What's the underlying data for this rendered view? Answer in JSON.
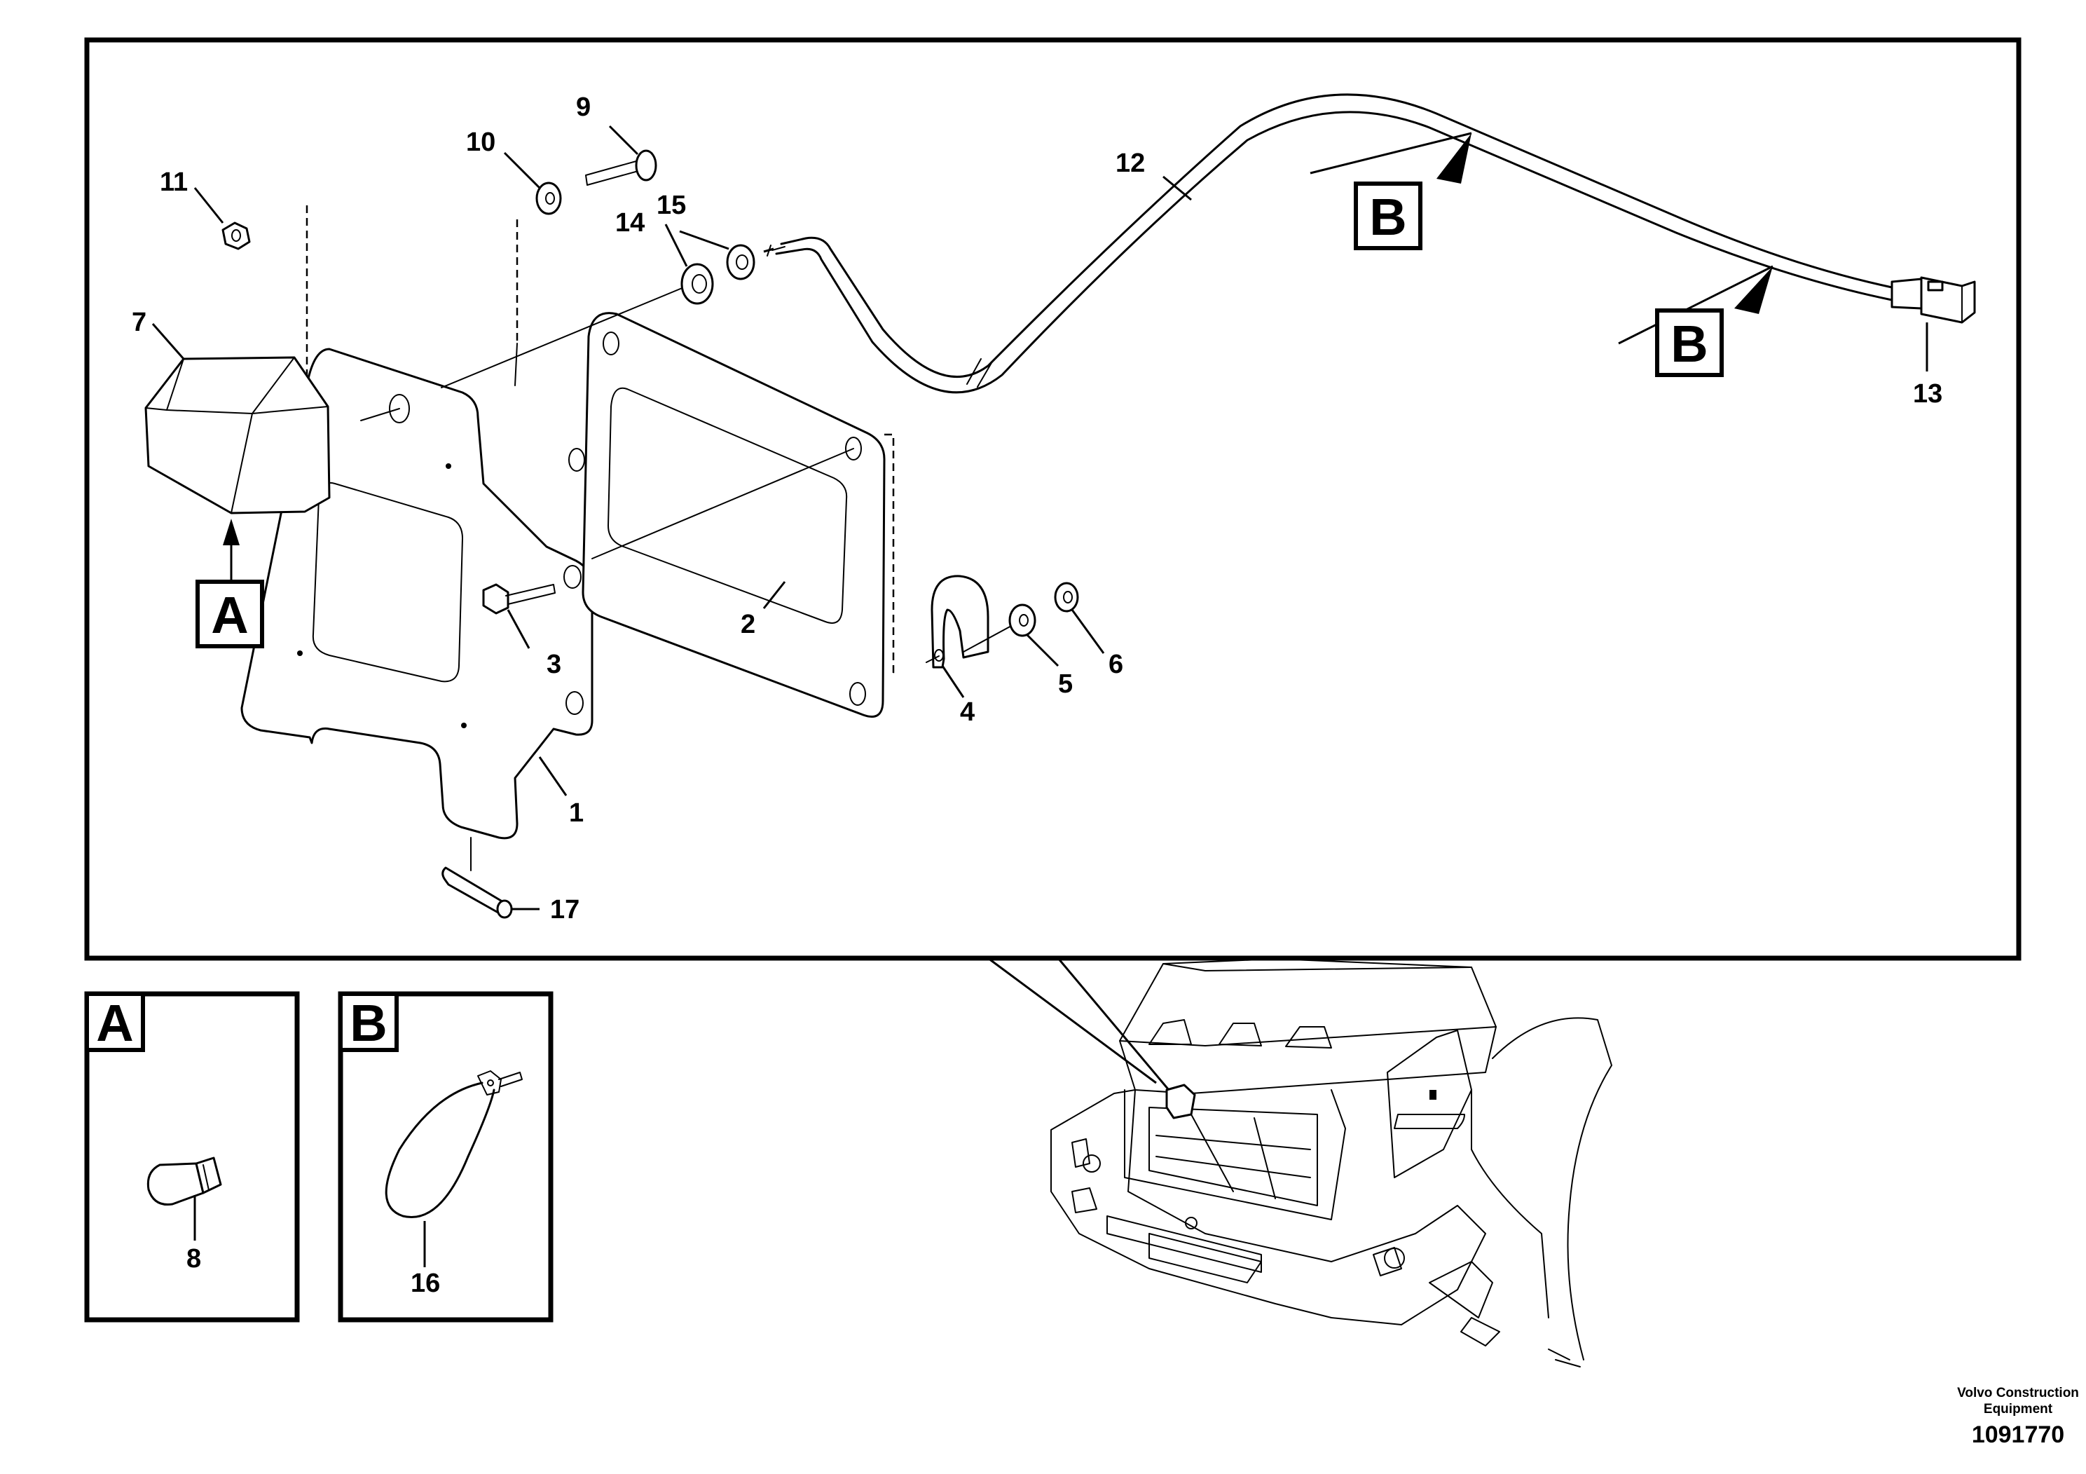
{
  "callouts": {
    "p1": "1",
    "p2": "2",
    "p3": "3",
    "p4": "4",
    "p5": "5",
    "p6": "6",
    "p7": "7",
    "p8": "8",
    "p9": "9",
    "p10": "10",
    "p11": "11",
    "p12": "12",
    "p13": "13",
    "p14": "14",
    "p15": "15",
    "p16": "16",
    "p17": "17"
  },
  "references": {
    "a": "A",
    "b": "B"
  },
  "detail_views": {
    "a_label": "A",
    "b_label": "B"
  },
  "footer": {
    "brand_line1": "Volvo Construction",
    "brand_line2": "Equipment",
    "document_number": "1091770"
  }
}
